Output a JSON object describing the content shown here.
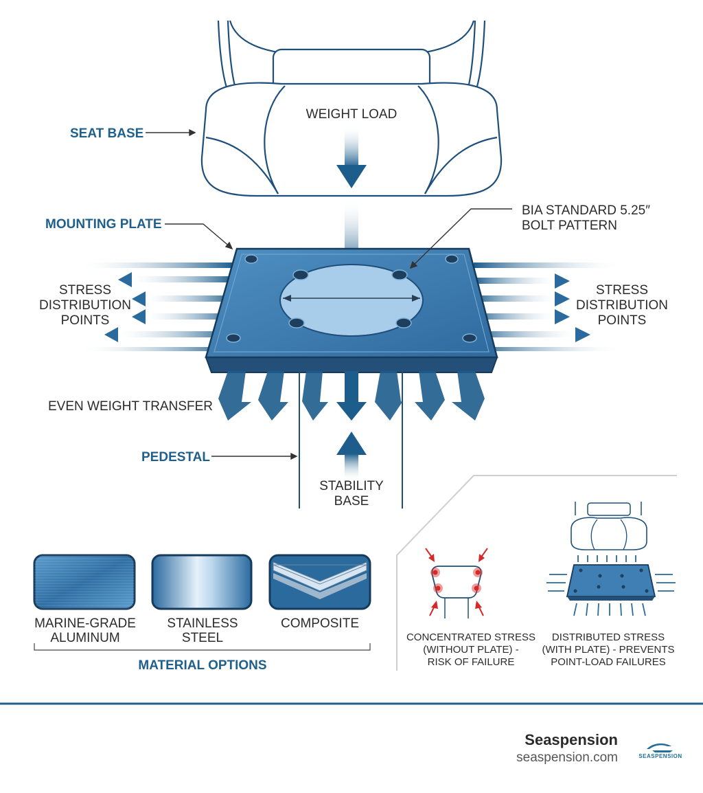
{
  "labels": {
    "seat_base": "SEAT BASE",
    "weight_load": "WEIGHT LOAD",
    "mounting_plate": "MOUNTING PLATE",
    "bolt_pattern_line1": "BIA STANDARD 5.25″",
    "bolt_pattern_line2": "BOLT PATTERN",
    "stress_left": [
      "STRESS",
      "DISTRIBUTION",
      "POINTS"
    ],
    "stress_right": [
      "STRESS",
      "DISTRIBUTION",
      "POINTS"
    ],
    "even_weight_transfer": "EVEN WEIGHT TRANSFER",
    "pedestal": "PEDESTAL",
    "stability_base": [
      "STABILITY",
      "BASE"
    ]
  },
  "materials": {
    "items": [
      {
        "label_lines": [
          "MARINE-GRADE",
          "ALUMINUM"
        ],
        "icon": "brushed-aluminum-swatch"
      },
      {
        "label_lines": [
          "STAINLESS",
          "STEEL"
        ],
        "icon": "stainless-steel-swatch"
      },
      {
        "label_lines": [
          "COMPOSITE"
        ],
        "icon": "composite-layers-swatch"
      }
    ],
    "title": "MATERIAL OPTIONS"
  },
  "comparison": {
    "concentrated": [
      "CONCENTRATED STRESS",
      "(WITHOUT PLATE) -",
      "RISK OF FAILURE"
    ],
    "distributed": [
      "DISTRIBUTED STRESS",
      "(WITH PLATE) - PREVENTS",
      "POINT-LOAD FAILURES"
    ]
  },
  "footer": {
    "brand": "Seaspension",
    "url": "seaspension.com",
    "logo_text": "SEASPENSION"
  },
  "colors": {
    "accent": "#1f5f8b",
    "plate": "#3f7fb3",
    "plate_dark": "#244f78",
    "stress_red": "#d62828"
  }
}
